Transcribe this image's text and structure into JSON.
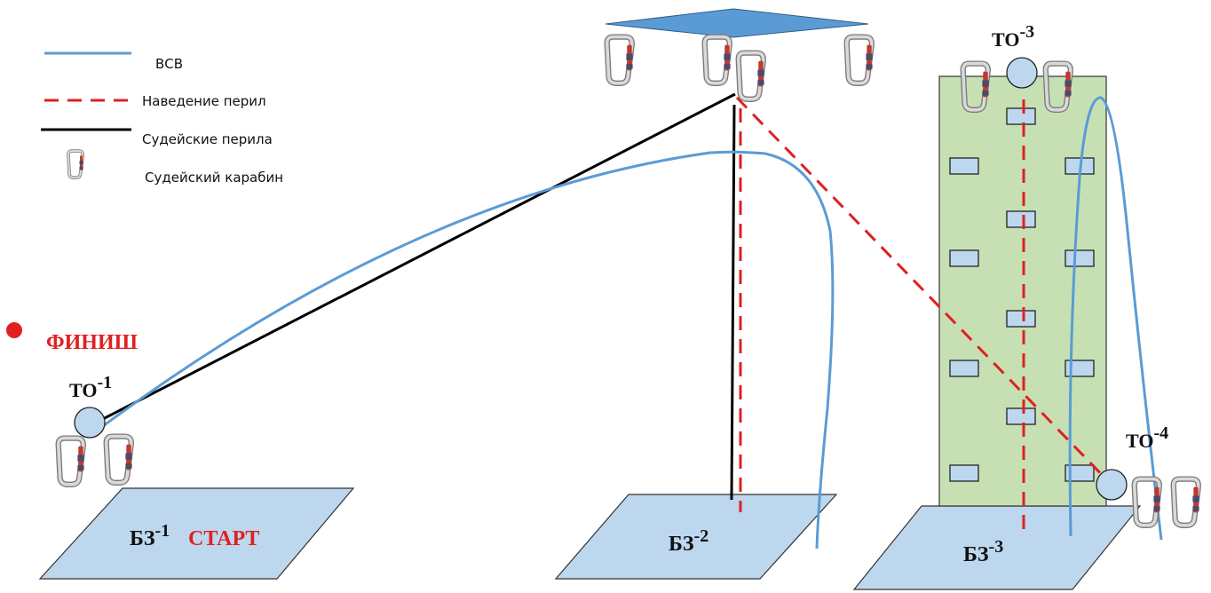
{
  "legend": {
    "vsv": "ВСВ",
    "rail_setup": "Наведение перил",
    "judge_rails": "Судейские перила",
    "judge_carabiner": "Судейский карабин"
  },
  "labels": {
    "finish": "ФИНИШ",
    "start": "СТАРТ",
    "to1": {
      "base": "ТО",
      "sup": "-1"
    },
    "to3": {
      "base": "ТО",
      "sup": "-3"
    },
    "to4": {
      "base": "ТО",
      "sup": "-4"
    },
    "bz1": {
      "base": "БЗ",
      "sup": "-1"
    },
    "bz2": {
      "base": "БЗ",
      "sup": "-2"
    },
    "bz3": {
      "base": "БЗ",
      "sup": "-3"
    }
  },
  "colors": {
    "vsv_line": "#5b9bd5",
    "rail_setup_line": "#e02020",
    "judge_rail_line": "#000000",
    "zone_fill": "#bdd7ee",
    "platform_fill": "#5b9bd5",
    "wall_fill": "#c6e0b4",
    "finish_red": "#e02020",
    "carabiner_gate": "#c0392b"
  }
}
